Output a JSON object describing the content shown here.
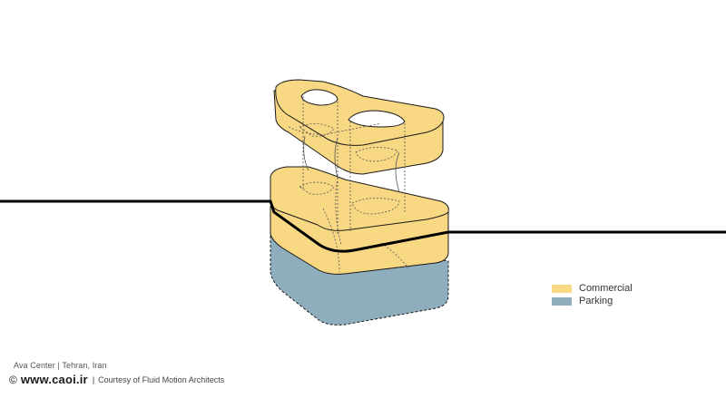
{
  "colors": {
    "commercial": "#f8d882",
    "parking": "#8faebd",
    "ground_line": "#000000",
    "outline": "#1a1a1a"
  },
  "legend": {
    "items": [
      {
        "label": "Commercial",
        "color": "#f8d882"
      },
      {
        "label": "Parking",
        "color": "#8faebd"
      }
    ]
  },
  "caption": {
    "project": "Ava Center",
    "separator": "|",
    "location": "Tehran, Iran"
  },
  "credit": {
    "copyright_symbol": "©",
    "site": "www.caoi.ir",
    "separator": "|",
    "courtesy": "Courtesy of Fluid Motion Architects"
  }
}
